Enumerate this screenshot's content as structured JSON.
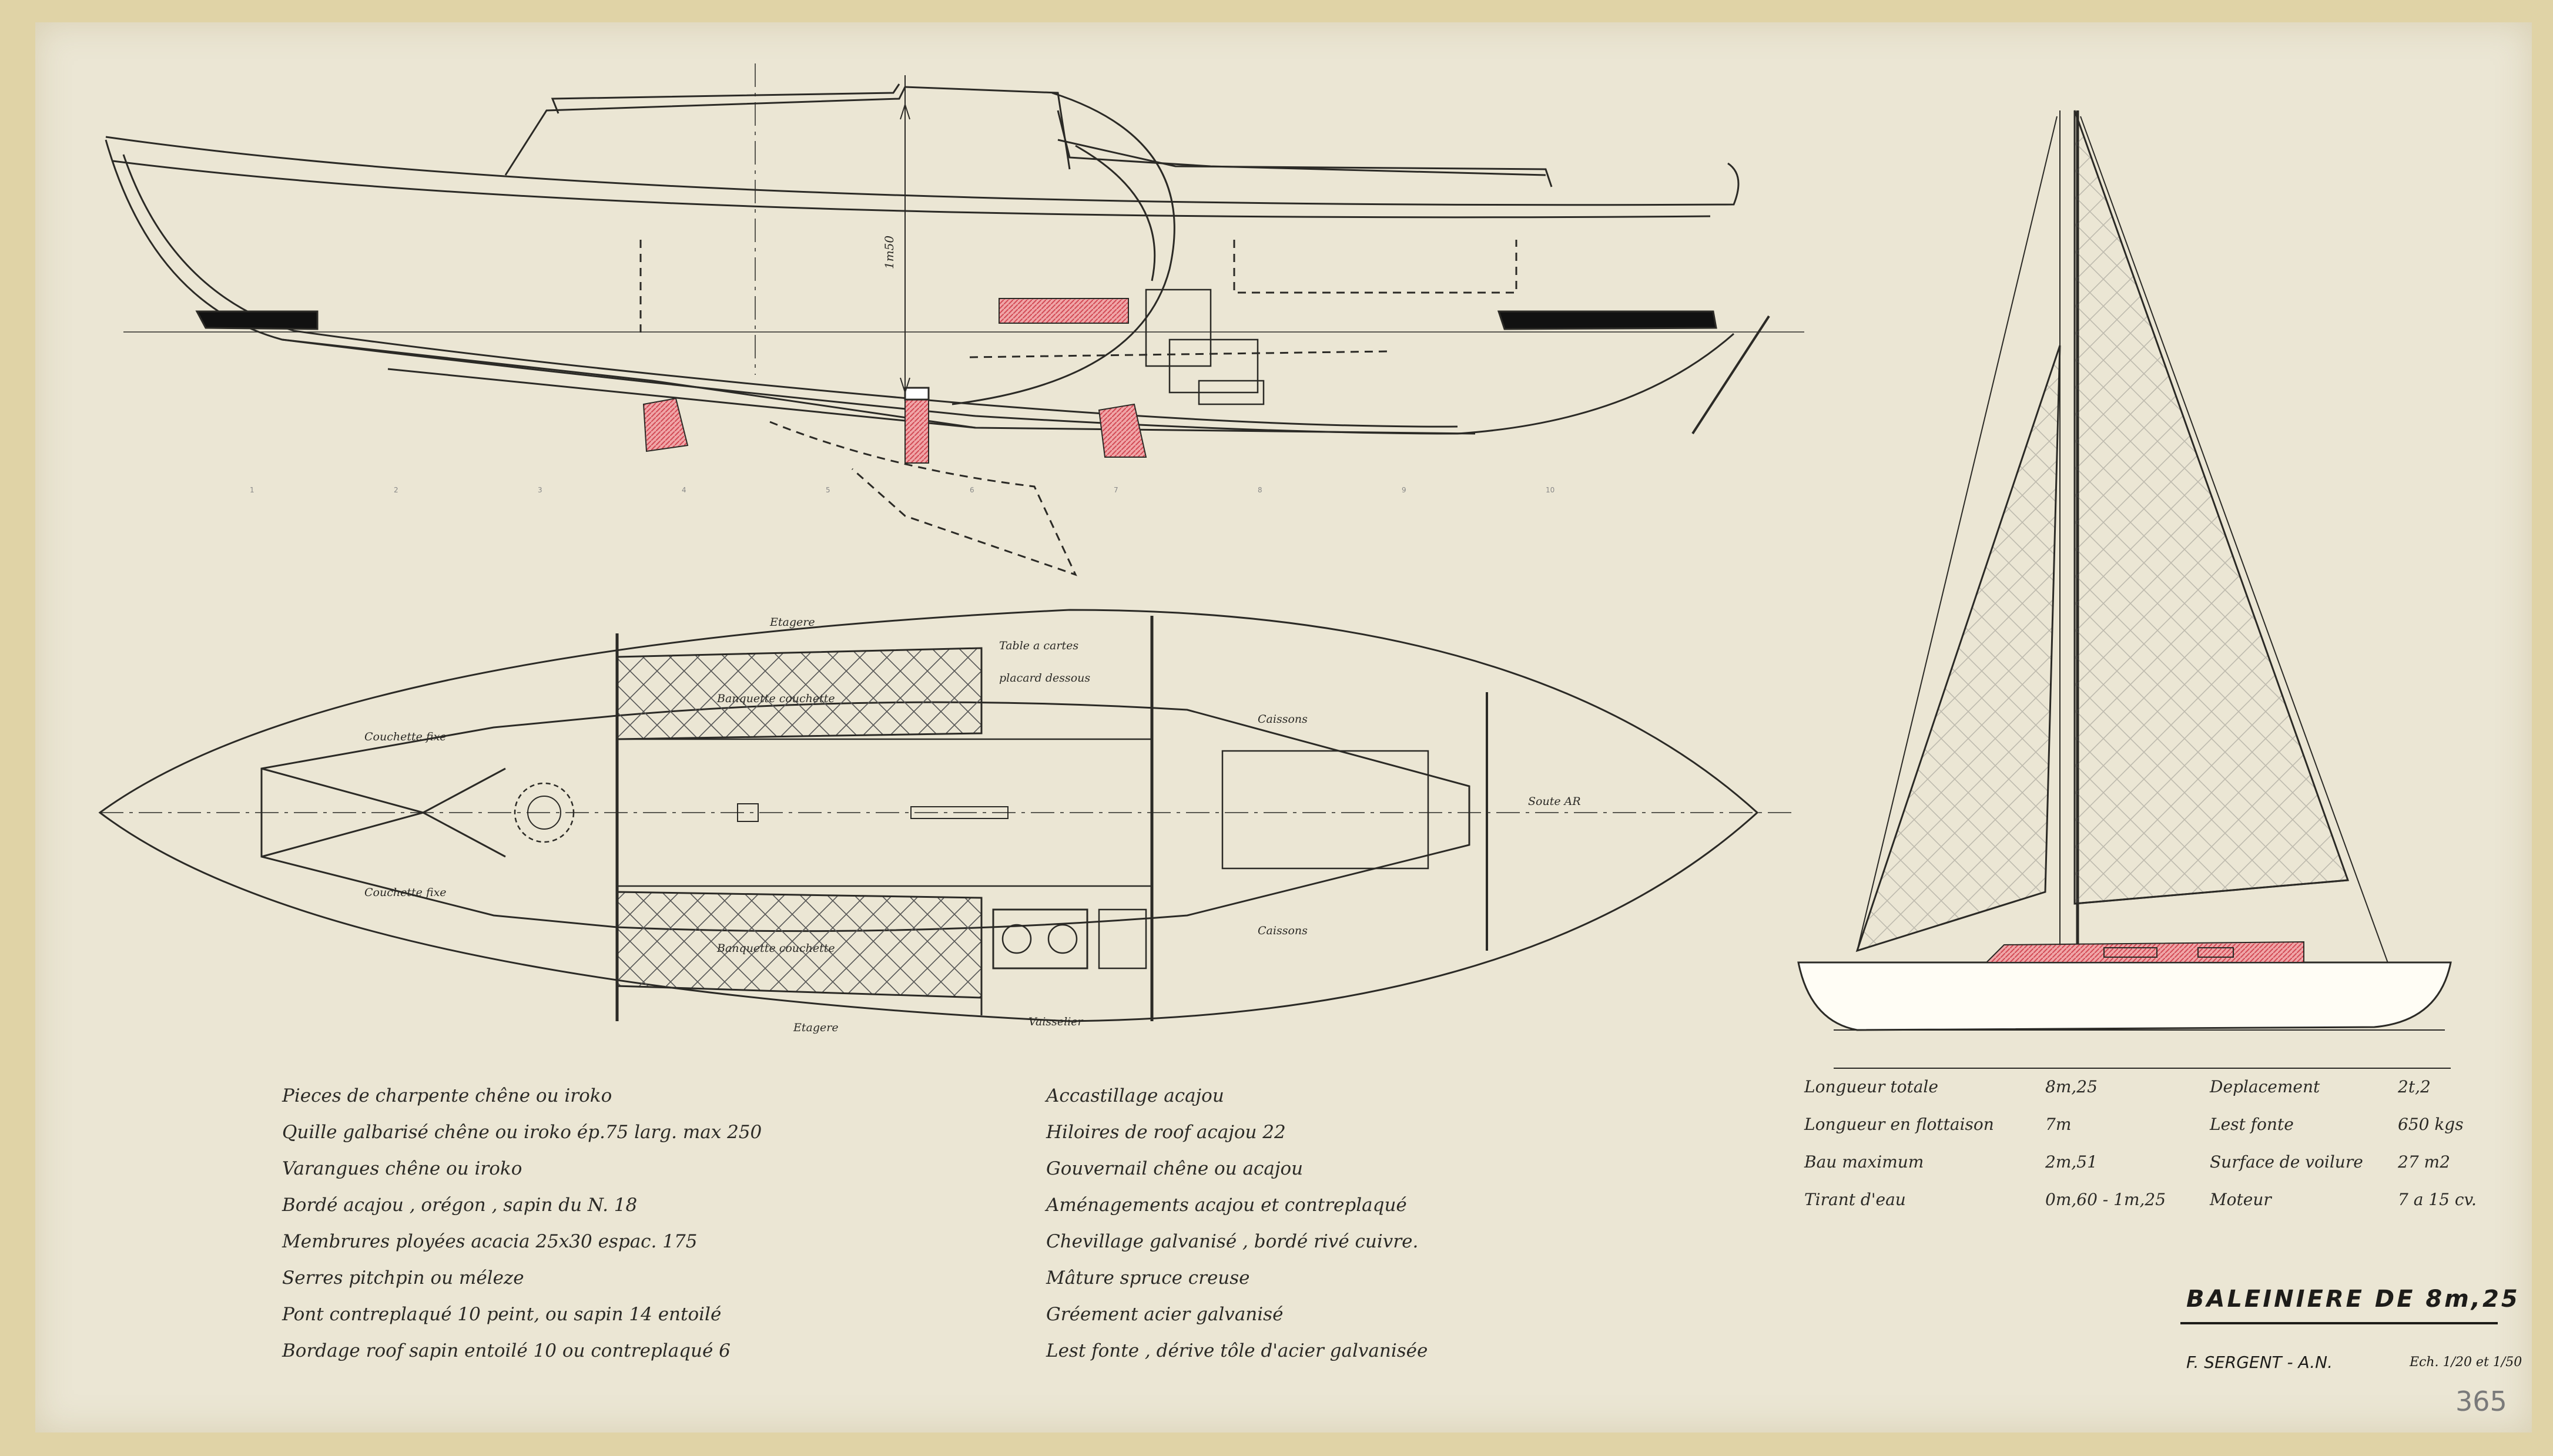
{
  "title": "BALEINIERE DE 8m,25",
  "author": "F. SERGENT - A.N.",
  "scale": "Ech. 1/20 et 1/50",
  "stamp": "365",
  "dimension_label": "1m50",
  "station_numbers": [
    "1",
    "2",
    "3",
    "4",
    "5",
    "6",
    "7",
    "8",
    "9",
    "10"
  ],
  "plan_labels": {
    "etagere_top": "Etagere",
    "table_a_cartes": "Table a cartes",
    "placard_dessous": "placard dessous",
    "banquette_couchette_top": "Banquette couchette",
    "couchette_fixe_top": "Couchette fixe",
    "caissons_top": "Caissons",
    "soute_ar": "Soute AR",
    "couchette_fixe_bottom": "Couchette fixe",
    "banquette_couchette_bottom": "Banquette couchette",
    "caissons_bottom": "Caissons",
    "etagere_bottom": "Etagere",
    "vaisselier": "Vaisselier"
  },
  "specs_left": [
    "Pieces de charpente chêne ou iroko",
    "Quille galbarisé chêne ou iroko ép.75 larg. max 250",
    "Varangues chêne ou iroko",
    "Bordé acajou , orégon , sapin du N. 18",
    "Membrures ployées acacia 25x30 espac. 175",
    "Serres pitchpin ou méleze",
    "Pont contreplaqué 10 peint, ou sapin 14 entoilé",
    "Bordage roof sapin entoilé 10 ou contreplaqué 6"
  ],
  "specs_middle": [
    "Accastillage acajou",
    "Hiloires de roof acajou 22",
    "Gouvernail chêne ou acajou",
    "Aménagements acajou et contreplaqué",
    "Chevillage galvanisé , bordé rivé cuivre.",
    "Mâture spruce creuse",
    "Gréement acier galvanisé",
    "Lest fonte , dérive tôle d'acier galvanisée"
  ],
  "stats_left": [
    {
      "label": "Longueur totale",
      "value": "8m,25"
    },
    {
      "label": "Longueur en flottaison",
      "value": "7m"
    },
    {
      "label": "Bau maximum",
      "value": "2m,51"
    },
    {
      "label": "Tirant d'eau",
      "value": "0m,60 - 1m,25"
    }
  ],
  "stats_right": [
    {
      "label": "Deplacement",
      "value": "2t,2"
    },
    {
      "label": "Lest fonte",
      "value": "650 kgs"
    },
    {
      "label": "Surface de voilure",
      "value": "27 m2"
    },
    {
      "label": "Moteur",
      "value": "7 a 15 cv."
    }
  ],
  "colors": {
    "paper": "#ebe6d4",
    "frame": "#e0d3a6",
    "ink": "#2b2a26",
    "red_hatch": "#d9727a"
  }
}
